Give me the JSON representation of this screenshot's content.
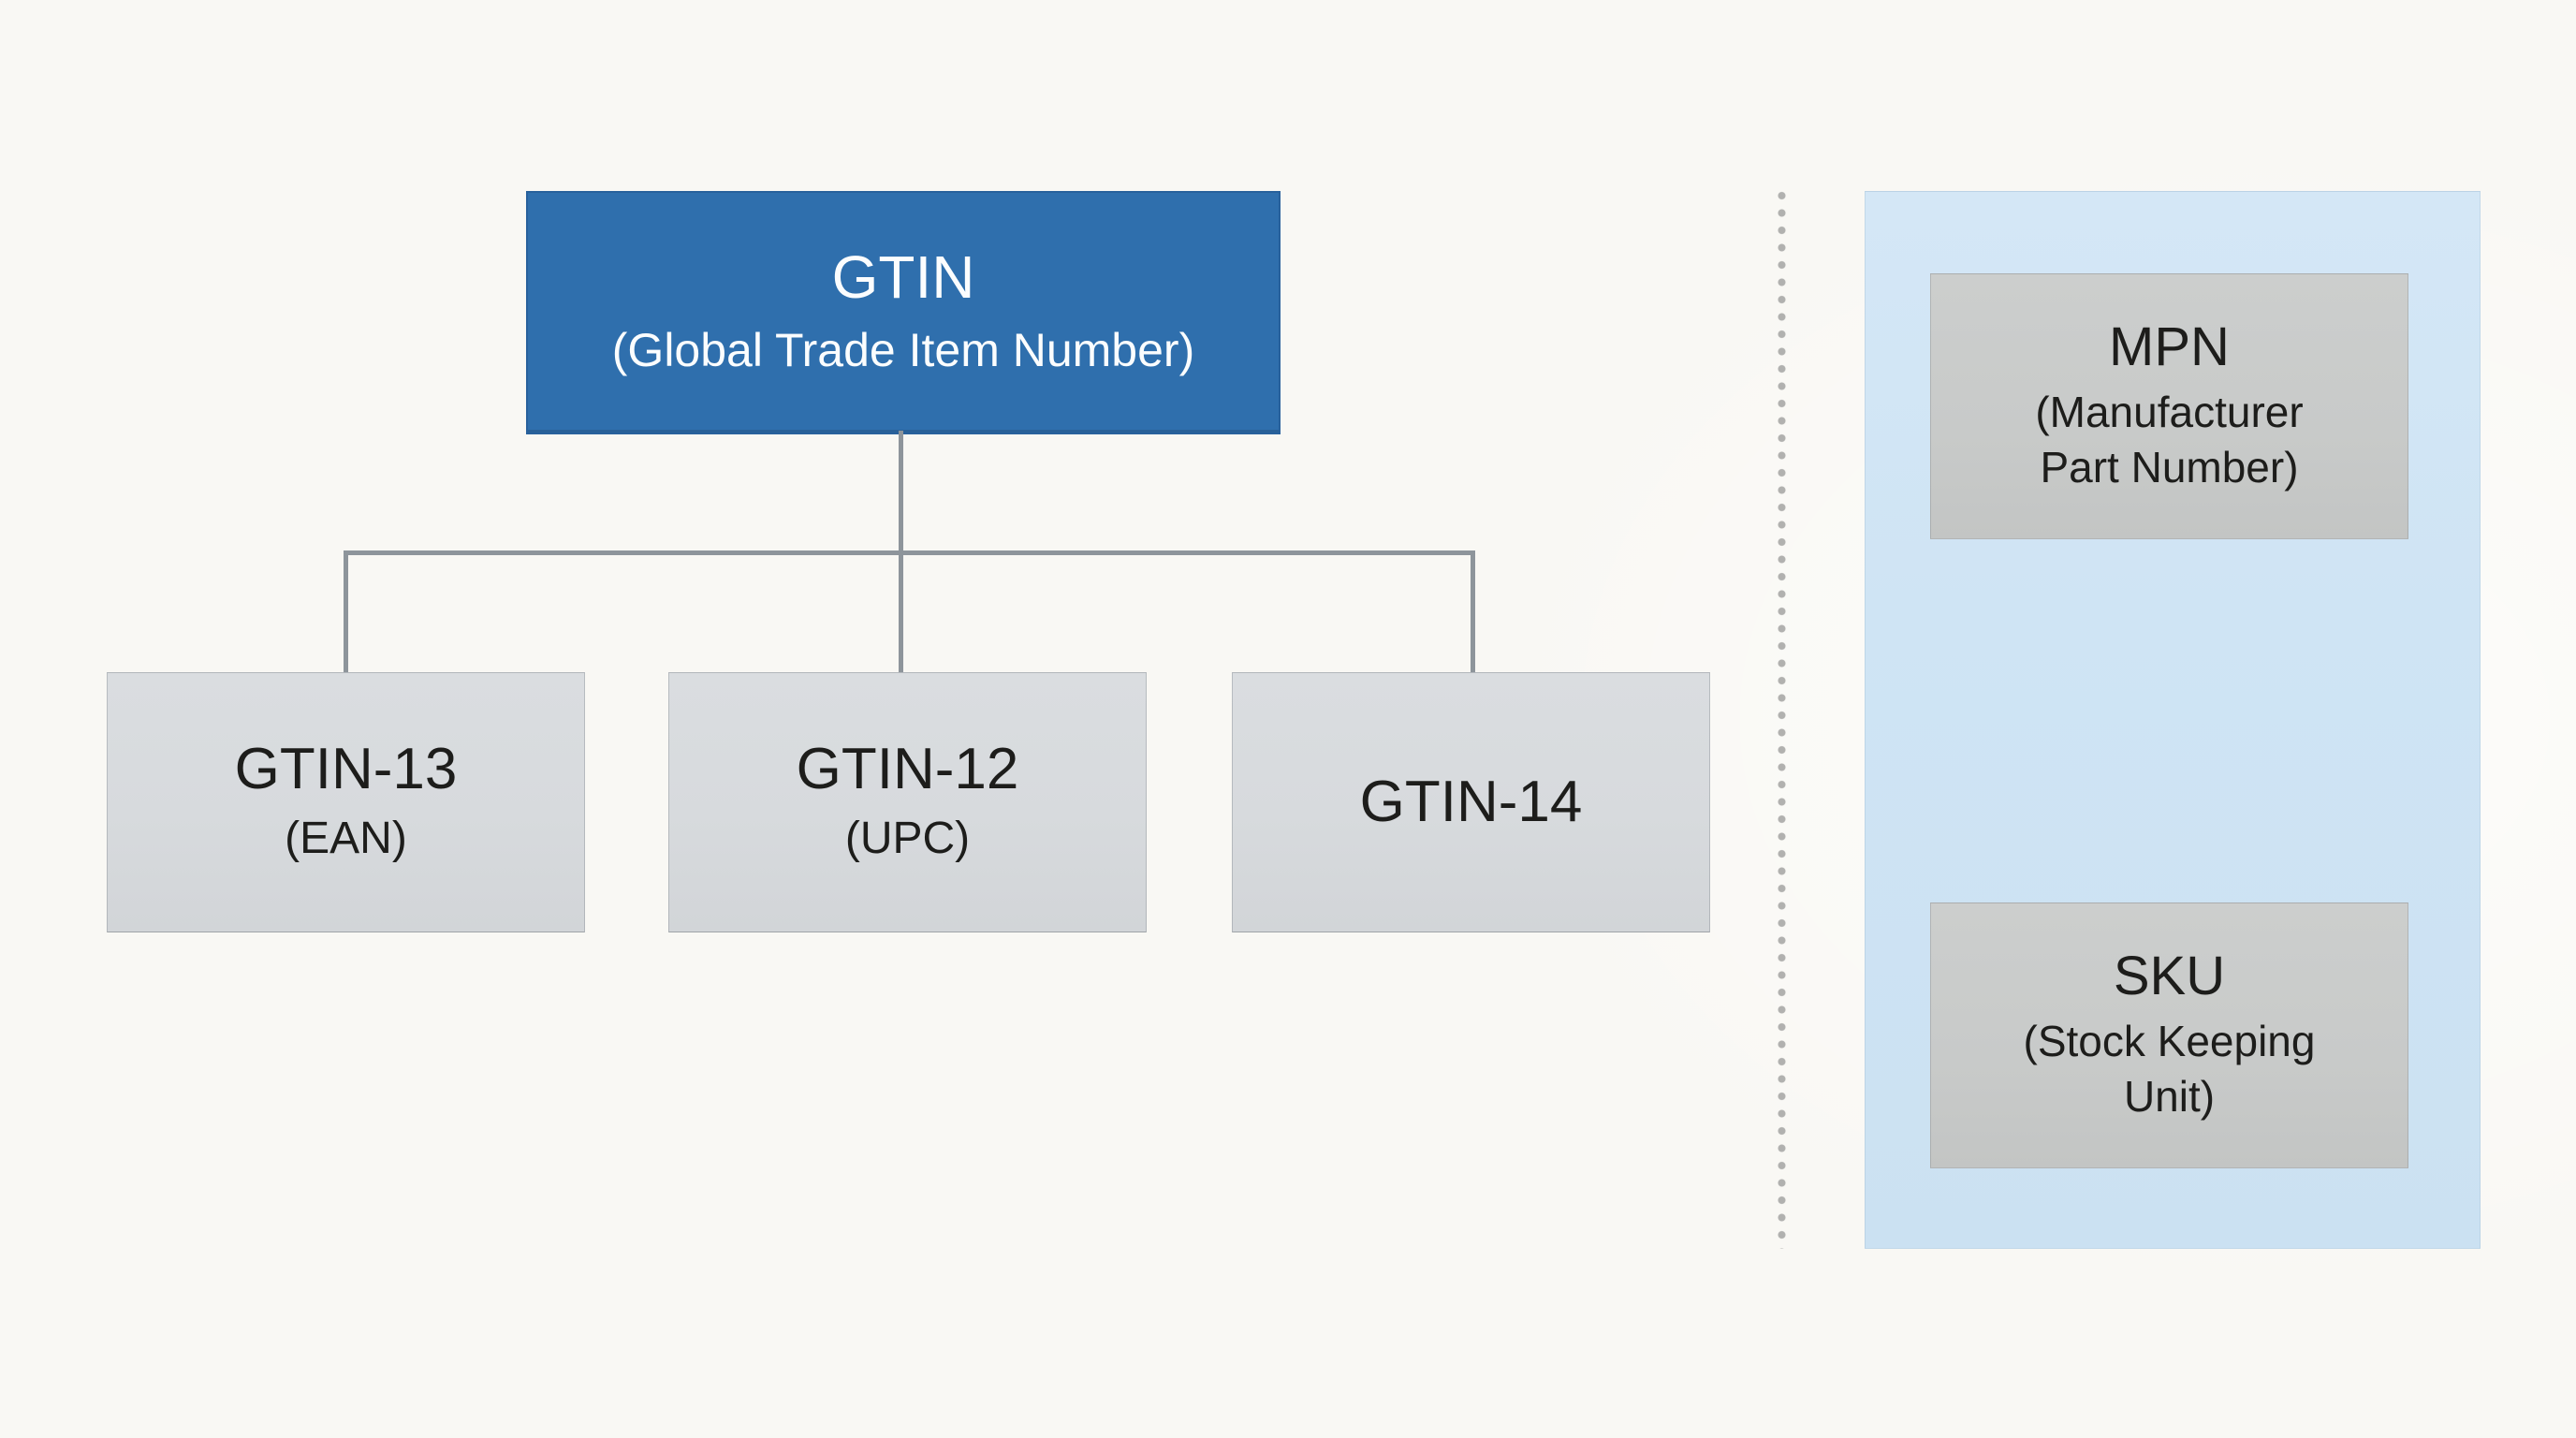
{
  "colors": {
    "background": "#f9f8f4",
    "root-box": "#2f6fad",
    "root-box-edge": "#28619c",
    "root-text": "#fbfdfe",
    "child-box": "#d7dadd",
    "side-box": "#c8cac9",
    "panel": "#cfe4f4",
    "connector": "#8e959b",
    "dots": "#b1b1af",
    "text": "#1d1d1b"
  },
  "diagram": {
    "root": {
      "title": "GTIN",
      "subtitle": "(Global Trade Item Number)"
    },
    "children": [
      {
        "title": "GTIN-13",
        "subtitle": "(EAN)"
      },
      {
        "title": "GTIN-12",
        "subtitle": "(UPC)"
      },
      {
        "title": "GTIN-14"
      }
    ],
    "side_panel": {
      "items": [
        {
          "title": "MPN",
          "subtitle": "(Manufacturer Part Number)"
        },
        {
          "title": "SKU",
          "subtitle": "(Stock Keeping Unit)"
        }
      ]
    }
  }
}
